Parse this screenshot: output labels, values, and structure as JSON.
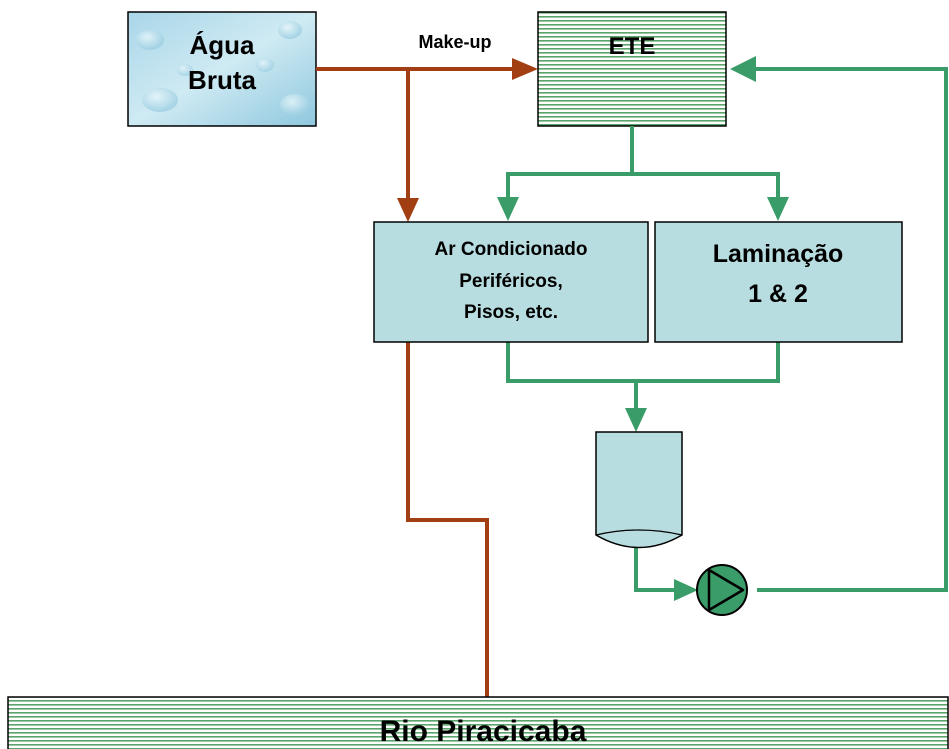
{
  "nodes": {
    "raw_water": {
      "line1": "Água",
      "line2": "Bruta"
    },
    "makeup_label": "Make-up",
    "ete": "ETE",
    "ac": {
      "line1": "Ar Condicionado",
      "line2": "Periféricos,",
      "line3": "Pisos, etc."
    },
    "lamination": {
      "line1": "Laminação",
      "line2": "1 & 2"
    },
    "river": "Rio Piracicaba"
  },
  "colors": {
    "raw_water_line": "#a23f12",
    "recycle_line": "#3a9c68",
    "box_fill": "#b7dde0",
    "box_border": "#000000",
    "stripe_fill": "#5aa36b",
    "pump_fill": "#3a9c68"
  },
  "icons": {
    "pump": "pump-icon",
    "tank": "tank-icon"
  }
}
